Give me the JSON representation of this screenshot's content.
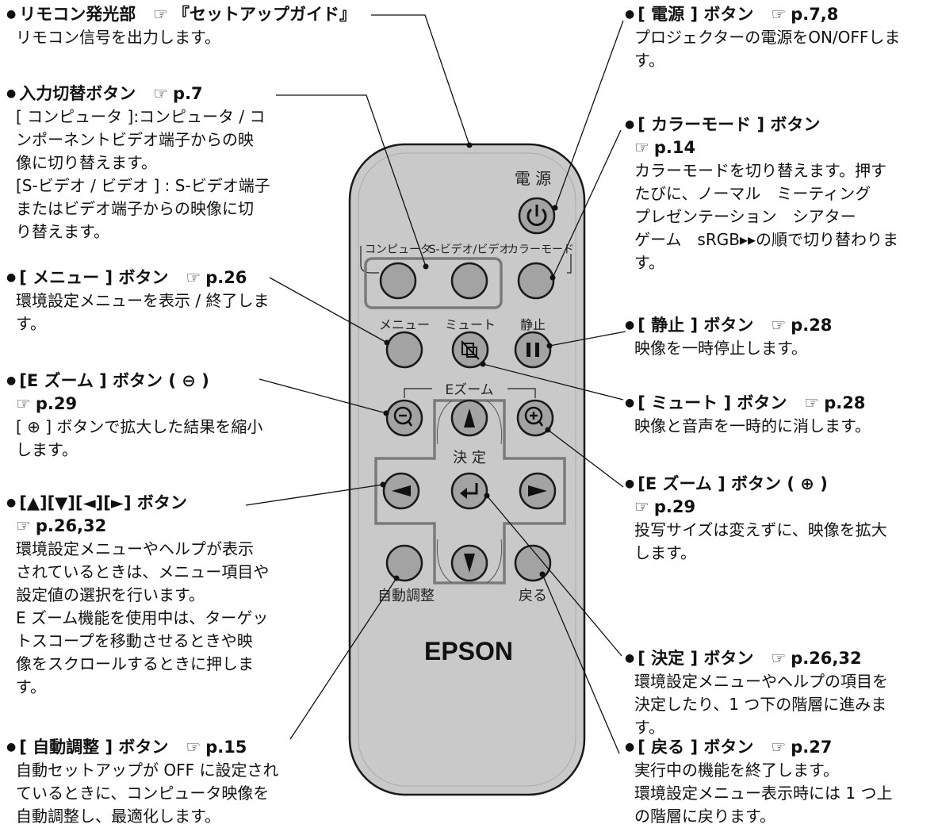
{
  "ref_mark": "☞",
  "callouts": {
    "remote_emitter": {
      "title": "リモコン発光部",
      "ref": "『セットアップガイド』",
      "lines": [
        "リモコン信号を出力します。"
      ]
    },
    "input_switch": {
      "title": "入力切替ボタン",
      "ref": "p.7",
      "lines": [
        "[ コンピュータ ]:コンピュータ / コ",
        "ンポーネントビデオ端子からの映",
        "像に切り替えます。",
        "[S-ビデオ / ビデオ ] : S-ビデオ端子",
        "またはビデオ端子からの映像に切",
        "り替えます。"
      ]
    },
    "menu": {
      "title": "[ メニュー ] ボタン",
      "ref": "p.26",
      "lines": [
        "環境設定メニューを表示 / 終了しま",
        "す。"
      ]
    },
    "ezoom_minus": {
      "title": "[E ズーム ] ボタン ( ⊖ )",
      "ref": "p.29",
      "lines": [
        "[ ⊕ ] ボタンで拡大した結果を縮小",
        "します。"
      ]
    },
    "arrows": {
      "title": "[▲][▼][◄][►] ボタン",
      "ref": "p.26,32",
      "lines": [
        "環境設定メニューやヘルプが表示",
        "されているときは、メニュー項目や",
        "設定値の選択を行います。",
        "E ズーム機能を使用中は、ターゲッ",
        "トスコープを移動させるときや映",
        "像をスクロールするときに押しま",
        "す。"
      ]
    },
    "auto_adjust": {
      "title": "[ 自動調整 ] ボタン",
      "ref": "p.15",
      "lines": [
        "自動セットアップが OFF に設定され",
        "ているときに、コンピュータ映像を",
        "自動調整し、最適化します。"
      ]
    },
    "power": {
      "title": "[ 電源 ] ボタン",
      "ref": "p.7,8",
      "lines": [
        "プロジェクターの電源をON/OFFしま",
        "す。"
      ]
    },
    "color_mode": {
      "title": "[ カラーモード ] ボタン",
      "ref": "p.14",
      "lines": [
        "カラーモードを切り替えます。押す",
        "たびに、ノーマル　ミーティング",
        "プレゼンテーション　シアター",
        "ゲーム　sRGB▸▸の順で切り替わりま",
        "す。"
      ]
    },
    "freeze": {
      "title": "[ 静止 ] ボタン",
      "ref": "p.28",
      "lines": [
        "映像を一時停止します。"
      ]
    },
    "mute": {
      "title": "[ ミュート ] ボタン",
      "ref": "p.28",
      "lines": [
        "映像と音声を一時的に消します。"
      ]
    },
    "ezoom_plus": {
      "title": "[E ズーム ] ボタン ( ⊕ )",
      "ref": "p.29",
      "lines": [
        "投写サイズは変えずに、映像を拡大",
        "します。"
      ]
    },
    "enter": {
      "title": "[ 決定 ] ボタン",
      "ref": "p.26,32",
      "lines": [
        "環境設定メニューやヘルプの項目を",
        "決定したり、1 つ下の階層に進みま",
        "す。"
      ]
    },
    "back": {
      "title": "[ 戻る ] ボタン",
      "ref": "p.27",
      "lines": [
        "実行中の機能を終了します。",
        "環境設定メニュー表示時には 1 つ上",
        "の階層に戻ります。"
      ]
    }
  },
  "remote": {
    "power_label": "電 源",
    "computer_label": "コンピュータ",
    "svideo_label": "S-ビデオ/ビデオ",
    "colormode_label": "カラーモード",
    "menu_label": "メニュー",
    "mute_label": "ミュート",
    "freeze_label": "静止",
    "ezoom_label": "Eズーム",
    "enter_label": "決 定",
    "auto_label": "自動調整",
    "back_label": "戻る",
    "brand": "EPSON"
  },
  "colors": {
    "remote_body": "#c9c9c9",
    "button_fill": "#a3a3a3",
    "outline": "#1a1a1a",
    "frame": "#7a7a7a"
  }
}
